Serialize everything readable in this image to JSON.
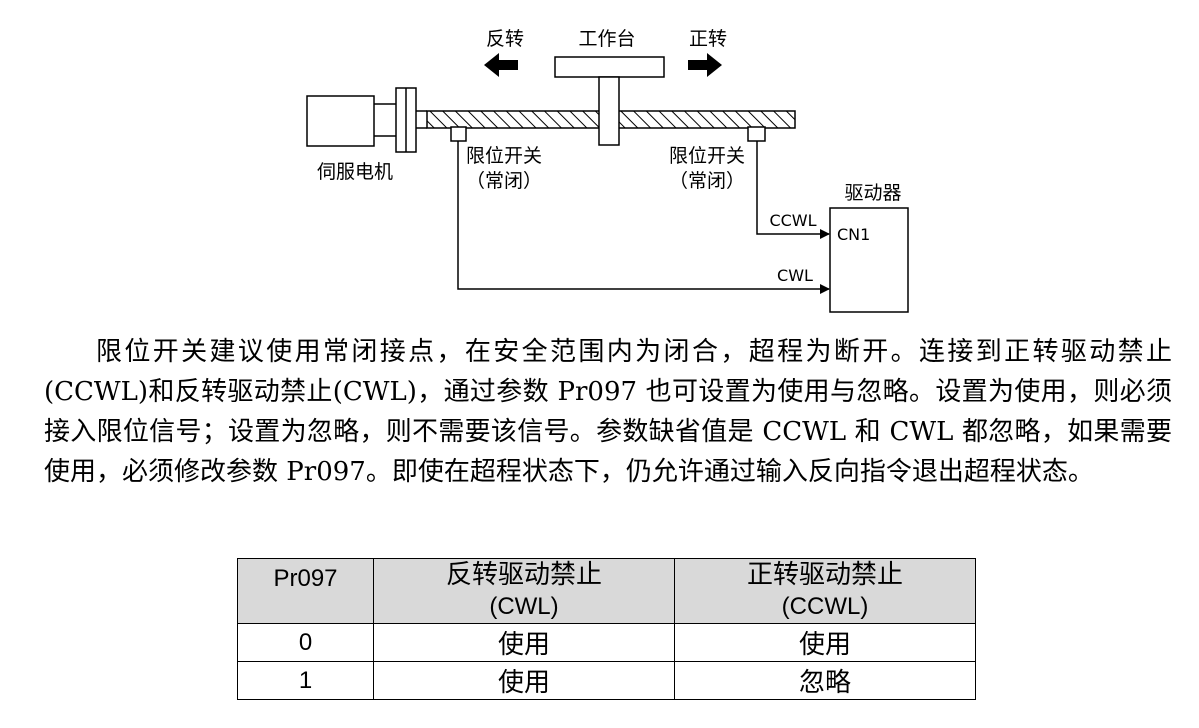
{
  "diagram": {
    "reverse_label": "反转",
    "table_label": "工作台",
    "forward_label": "正转",
    "motor_label": "伺服电机",
    "left_switch": {
      "line1": "限位开关",
      "line2": "（常闭）"
    },
    "right_switch": {
      "line1": "限位开关",
      "line2": "（常闭）"
    },
    "driver_label": "驱动器",
    "connector_label": "CN1",
    "ccwl_signal": "CCWL",
    "cwl_signal": "CWL"
  },
  "paragraph": "限位开关建议使用常闭接点，在安全范围内为闭合，超程为断开。连接到正转驱动禁止(CCWL)和反转驱动禁止(CWL)，通过参数 Pr097 也可设置为使用与忽略。设置为使用，则必须接入限位信号；设置为忽略，则不需要该信号。参数缺省值是 CCWL 和 CWL 都忽略，如果需要使用，必须修改参数 Pr097。即使在超程状态下，仍允许通过输入反向指令退出超程状态。",
  "table": {
    "headers": [
      {
        "main": "Pr097",
        "sub": ""
      },
      {
        "main": "反转驱动禁止",
        "sub": "(CWL)"
      },
      {
        "main": "正转驱动禁止",
        "sub": "(CCWL)"
      }
    ],
    "rows": [
      [
        "0",
        "使用",
        "使用"
      ],
      [
        "1",
        "使用",
        "忽略"
      ]
    ]
  }
}
